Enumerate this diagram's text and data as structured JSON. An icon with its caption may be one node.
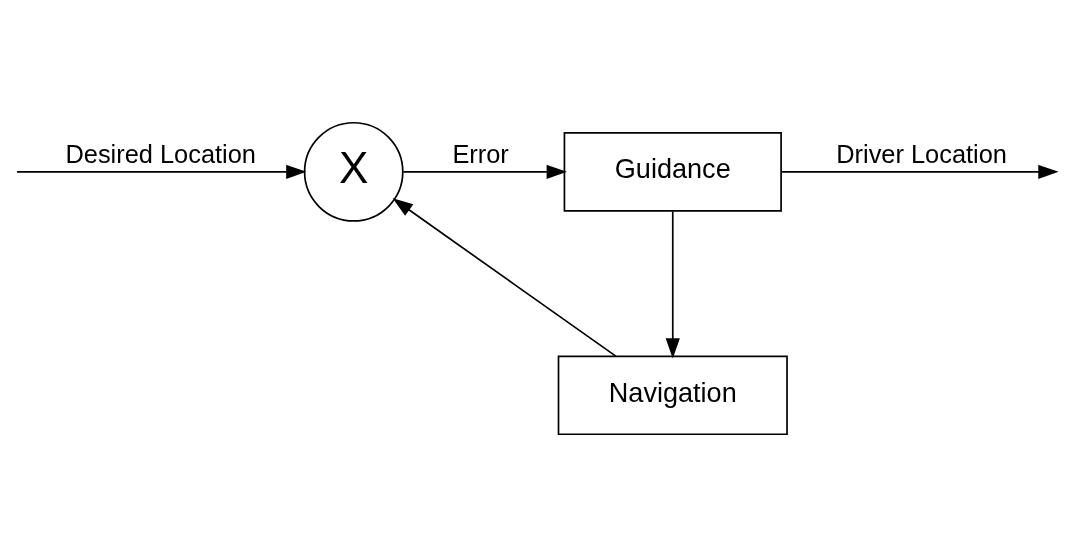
{
  "diagram": {
    "nodes": [
      {
        "text": [
          "X"
        ]
      },
      {
        "text": [
          "Guidance"
        ]
      },
      {
        "text": [
          "Navigation"
        ]
      }
    ],
    "edges": [
      {
        "from": null,
        "to": 0,
        "arrow": "to",
        "label": "Desired Location"
      },
      {
        "from": 0,
        "to": 1,
        "arrow": "to",
        "label": "Error"
      },
      {
        "from": 1,
        "to": null,
        "arrow": "to",
        "label": "Driver Location"
      },
      {
        "from": 1,
        "to": 2,
        "arrow": "to"
      },
      {
        "from": 2,
        "to": 0,
        "arrow": "to"
      }
    ]
  }
}
